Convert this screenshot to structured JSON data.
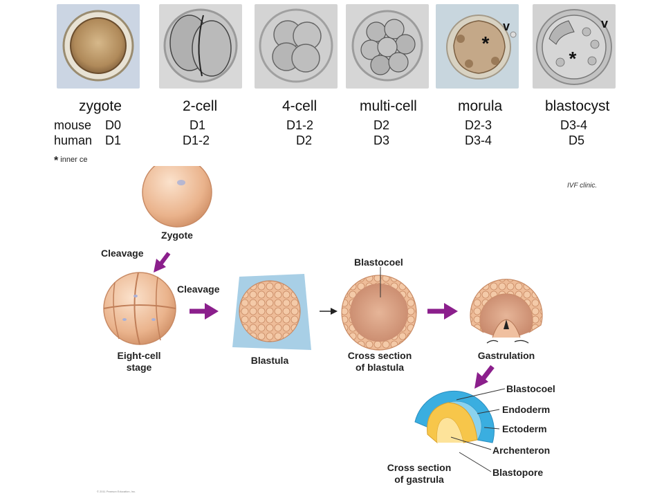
{
  "stages": [
    {
      "name": "zygote",
      "mouse": "D0",
      "human": "D1"
    },
    {
      "name": "2-cell",
      "mouse": "D1",
      "human": "D1-2"
    },
    {
      "name": "4-cell",
      "mouse": "D1-2",
      "human": "D2"
    },
    {
      "name": "multi-cell",
      "mouse": "D2",
      "human": "D3"
    },
    {
      "name": "morula",
      "mouse": "D2-3",
      "human": "D3-4"
    },
    {
      "name": "blastocyst",
      "mouse": "D3-4",
      "human": "D5"
    }
  ],
  "row_labels": {
    "mouse": "mouse",
    "human": "human"
  },
  "photo_marks": {
    "asterisk": "*",
    "arrowhead": "v"
  },
  "footnote": {
    "asterisk": "*",
    "text": "inner ce"
  },
  "credit": "IVF clinic.",
  "diagram": {
    "zygote": "Zygote",
    "cleavage_1": "Cleavage",
    "cleavage_2": "Cleavage",
    "eight_cell_line1": "Eight-cell",
    "eight_cell_line2": "stage",
    "blastula": "Blastula",
    "blastocoel_top": "Blastocoel",
    "cross_blastula_line1": "Cross section",
    "cross_blastula_line2": "of blastula",
    "gastrulation": "Gastrulation",
    "gastrula_labels": [
      "Blastocoel",
      "Endoderm",
      "Ectoderm",
      "Archenteron",
      "Blastopore"
    ],
    "cross_gastrula_line1": "Cross section",
    "cross_gastrula_line2": "of gastrula",
    "copyright": "© 2011 Pearson Education, Inc."
  },
  "colors": {
    "arrow": "#8b1f8c",
    "cell": "#e8b48d",
    "ectoderm": "#3aaee0",
    "endoderm": "#f7c64a",
    "blastula_bg": "#a8cfe6"
  }
}
